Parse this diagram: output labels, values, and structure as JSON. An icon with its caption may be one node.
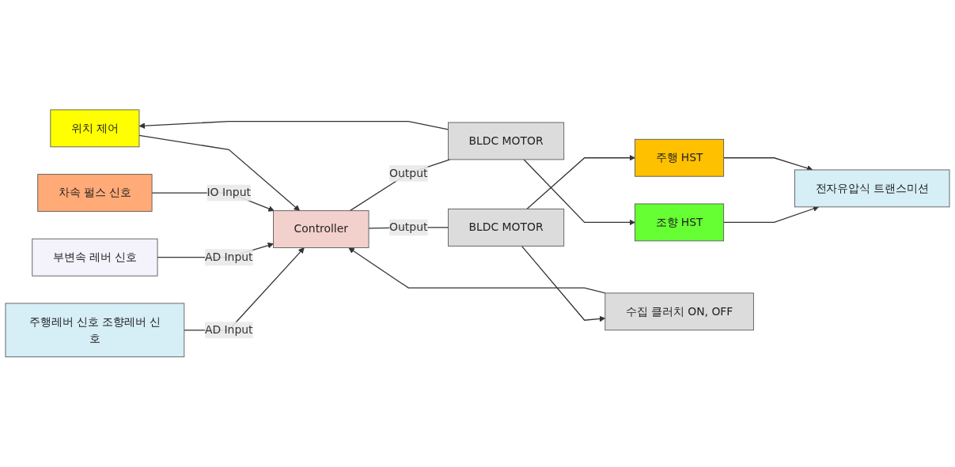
{
  "diagram": {
    "nodes": [
      {
        "text": [
          "위치 제어"
        ]
      },
      {
        "text": [
          "주행레버 신호 조향레버 신호"
        ]
      },
      {
        "text": [
          "Controller"
        ]
      },
      {
        "text": [
          "BLDC MOTOR"
        ]
      },
      {
        "text": [
          "조향 HST"
        ]
      },
      {
        "text": [
          "전자유압식 트랜스미션"
        ]
      },
      {
        "text": [
          "부변속 레버 신호"
        ]
      },
      {
        "text": [
          "BLDC MOTOR"
        ]
      },
      {
        "text": [
          "주행 HST"
        ]
      },
      {
        "text": [
          "차속 펄스 신호"
        ]
      },
      {
        "text": [
          "수집 클러치 ON, OFF"
        ]
      }
    ],
    "edges": [
      {
        "from": 1,
        "to": 2,
        "arrow": "to",
        "label": "AD Input"
      },
      {
        "from": 6,
        "to": 2,
        "arrow": "to",
        "label": "AD Input"
      },
      {
        "from": 9,
        "to": 2,
        "arrow": "to",
        "label": "IO Input"
      },
      {
        "from": 2,
        "to": 3,
        "arrow": "none",
        "label": "Output"
      },
      {
        "from": 2,
        "to": 7,
        "arrow": "none",
        "label": "Output"
      },
      {
        "from": 3,
        "to": 0,
        "arrow": "to"
      },
      {
        "from": 0,
        "to": 2,
        "arrow": "to"
      },
      {
        "from": 3,
        "to": 4,
        "arrow": "to"
      },
      {
        "from": 7,
        "to": 8,
        "arrow": "to"
      },
      {
        "from": 4,
        "to": 5,
        "arrow": "to"
      },
      {
        "from": 8,
        "to": 5,
        "arrow": "to"
      },
      {
        "from": 7,
        "to": 10,
        "arrow": "to"
      },
      {
        "from": 10,
        "to": 2,
        "arrow": "to"
      }
    ]
  }
}
